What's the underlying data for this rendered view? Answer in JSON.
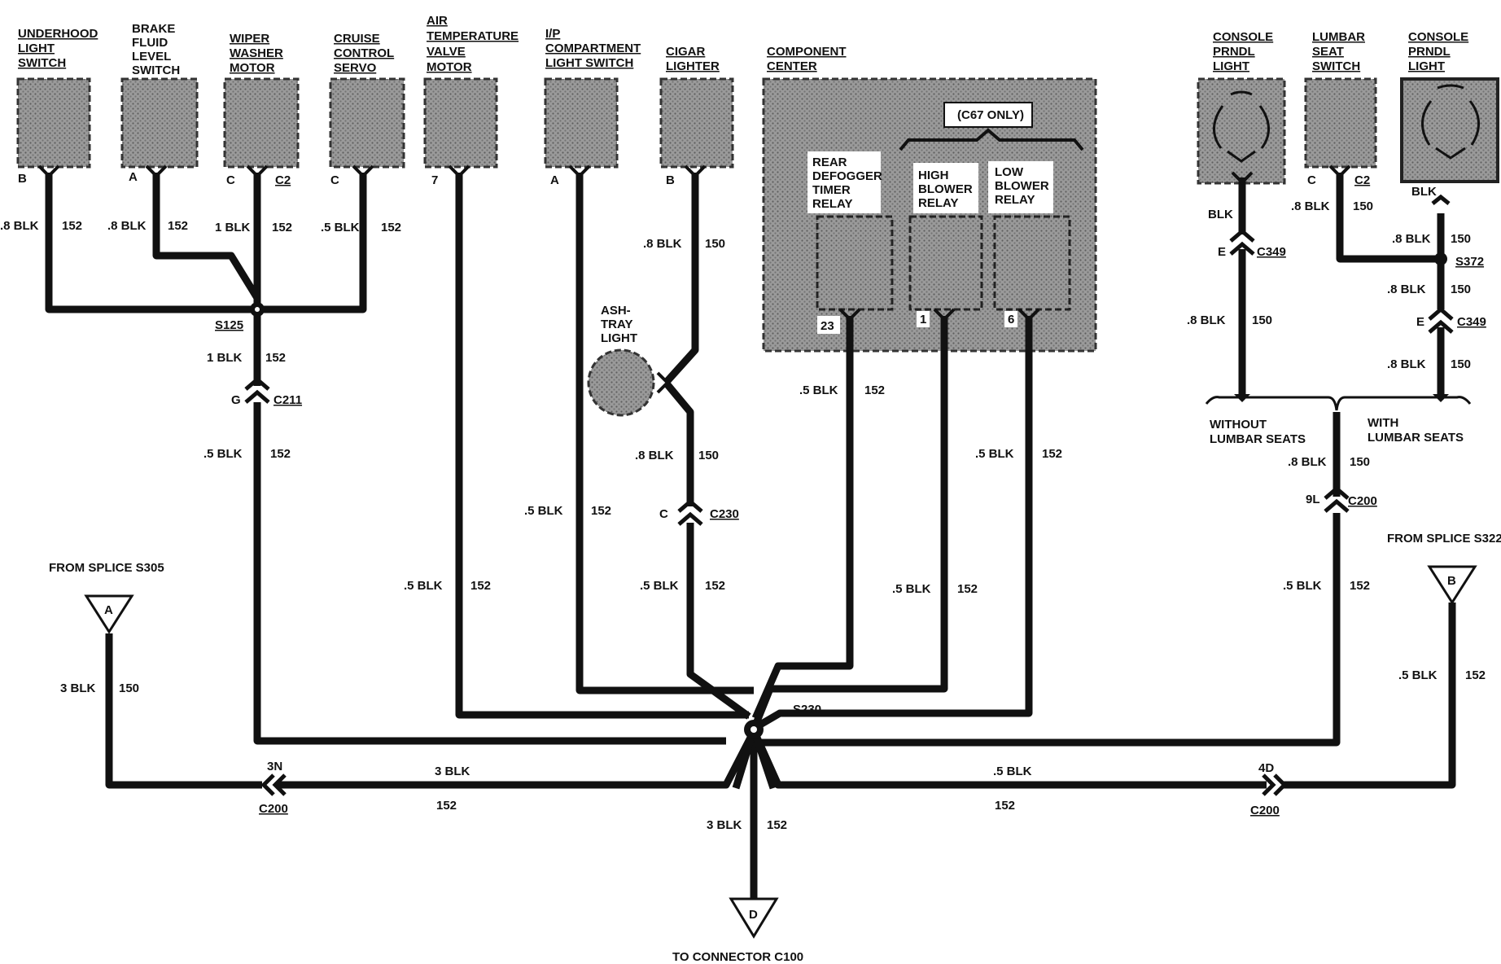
{
  "components": {
    "underhood": [
      "UNDERHOOD",
      "LIGHT",
      "SWITCH"
    ],
    "brake": [
      "BRAKE",
      "FLUID",
      "LEVEL",
      "SWITCH"
    ],
    "wiper": [
      "WIPER",
      "WASHER",
      "MOTOR"
    ],
    "cruise": [
      "CRUISE",
      "CONTROL",
      "SERVO"
    ],
    "airtemp": [
      "AIR",
      "TEMPERATURE",
      "VALVE",
      "MOTOR"
    ],
    "ip": [
      "I/P",
      "COMPARTMENT",
      "LIGHT SWITCH"
    ],
    "cigar": [
      "CIGAR",
      "LIGHTER"
    ],
    "compcenter": [
      "COMPONENT",
      "CENTER"
    ],
    "console1": [
      "CONSOLE",
      "PRNDL",
      "LIGHT"
    ],
    "lumbar": [
      "LUMBAR",
      "SEAT",
      "SWITCH"
    ],
    "console2": [
      "CONSOLE",
      "PRNDL",
      "LIGHT"
    ],
    "ashtray": [
      "ASH-",
      "TRAY",
      "LIGHT"
    ]
  },
  "relays": {
    "c67": "(C67 ONLY)",
    "rear": [
      "REAR",
      "DEFOGGER",
      "TIMER",
      "RELAY"
    ],
    "high": [
      "HIGH",
      "BLOWER",
      "RELAY"
    ],
    "low": [
      "LOW",
      "BLOWER",
      "RELAY"
    ]
  },
  "pins": {
    "underhood": "B",
    "brake": "A",
    "wiper": "C",
    "wiper_conn": "C2",
    "cruise": "C",
    "airtemp": "7",
    "ip": "A",
    "cigar": "B",
    "rear": "23",
    "high": "1",
    "low": "6",
    "lumbar": "C",
    "lumbar_conn": "C2",
    "c211": "G",
    "c230": "C",
    "c349a": "E",
    "c349b": "E",
    "c200_9l": "9L",
    "c200_3n": "3N",
    "c200_4d": "4D"
  },
  "connectors": {
    "c211": "C211",
    "c230": "C230",
    "c349": "C349",
    "c200": "C200"
  },
  "splices": {
    "s125": "S125",
    "s230": "S230",
    "s372": "S372"
  },
  "wires": {
    "blk_8": ".8 BLK",
    "blk_5": ".5 BLK",
    "blk_1": "1 BLK",
    "blk_3": "3 BLK",
    "blk": "BLK",
    "c152": "152",
    "c150": "150"
  },
  "branches": {
    "without": [
      "WITHOUT",
      "LUMBAR SEATS"
    ],
    "with": [
      "WITH",
      "LUMBAR SEATS"
    ]
  },
  "terminals": {
    "from_s305": "FROM SPLICE S305",
    "from_s322": "FROM SPLICE S322",
    "to_c100": "TO CONNECTOR C100",
    "a": "A",
    "b": "B",
    "d": "D"
  }
}
